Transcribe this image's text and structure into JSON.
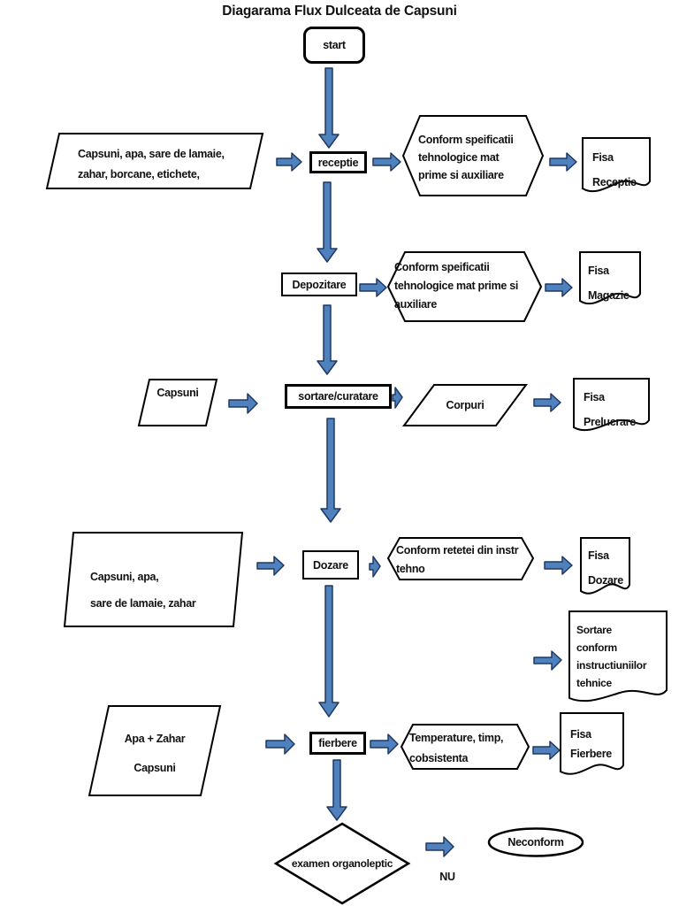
{
  "title": "Diagarama Flux Dulceata de Capsuni",
  "colors": {
    "arrow-fill": "#4F81BD",
    "arrow-stroke": "#1F3864",
    "shape-stroke": "#000000",
    "shape-fill": "#FFFFFF",
    "text-color": "#111111"
  },
  "start": {
    "label": "start"
  },
  "receptie": {
    "input": [
      "Capsuni, apa, sare de lamaie,",
      "zahar, borcane, etichete,"
    ],
    "process": "receptie",
    "check": [
      "Conform speificatii",
      "tehnologice mat",
      "prime si auxiliare"
    ],
    "doc": [
      "Fisa",
      "Receptie"
    ]
  },
  "depozitare": {
    "process": "Depozitare",
    "check": [
      "Conform speificatii",
      "tehnologice mat prime si",
      "auxiliare"
    ],
    "doc": [
      "Fisa",
      "Magazie"
    ]
  },
  "sortare": {
    "input": "Capsuni",
    "process": "sortare/curatare",
    "output": "Corpuri",
    "doc": [
      "Fisa",
      "Prelucrare"
    ]
  },
  "dozare": {
    "input": [
      "Capsuni, apa,",
      "sare de lamaie, zahar"
    ],
    "process": "Dozare",
    "check": [
      "Conform retetei din instr",
      "tehno"
    ],
    "doc": [
      "Fisa",
      "Dozare"
    ]
  },
  "sortare_instructiuni": {
    "doc": [
      "Sortare",
      "conform",
      "instructiuniilor",
      "tehnice"
    ]
  },
  "fierbere": {
    "input": [
      "Apa + Zahar",
      "Capsuni"
    ],
    "process": "fierbere",
    "check": [
      "Temperature, timp,",
      "cobsistenta"
    ],
    "doc": [
      "Fisa",
      "Fierbere"
    ]
  },
  "examen": {
    "decision": "examen organoleptic",
    "branch_label": "NU",
    "terminal": "Neconform"
  }
}
